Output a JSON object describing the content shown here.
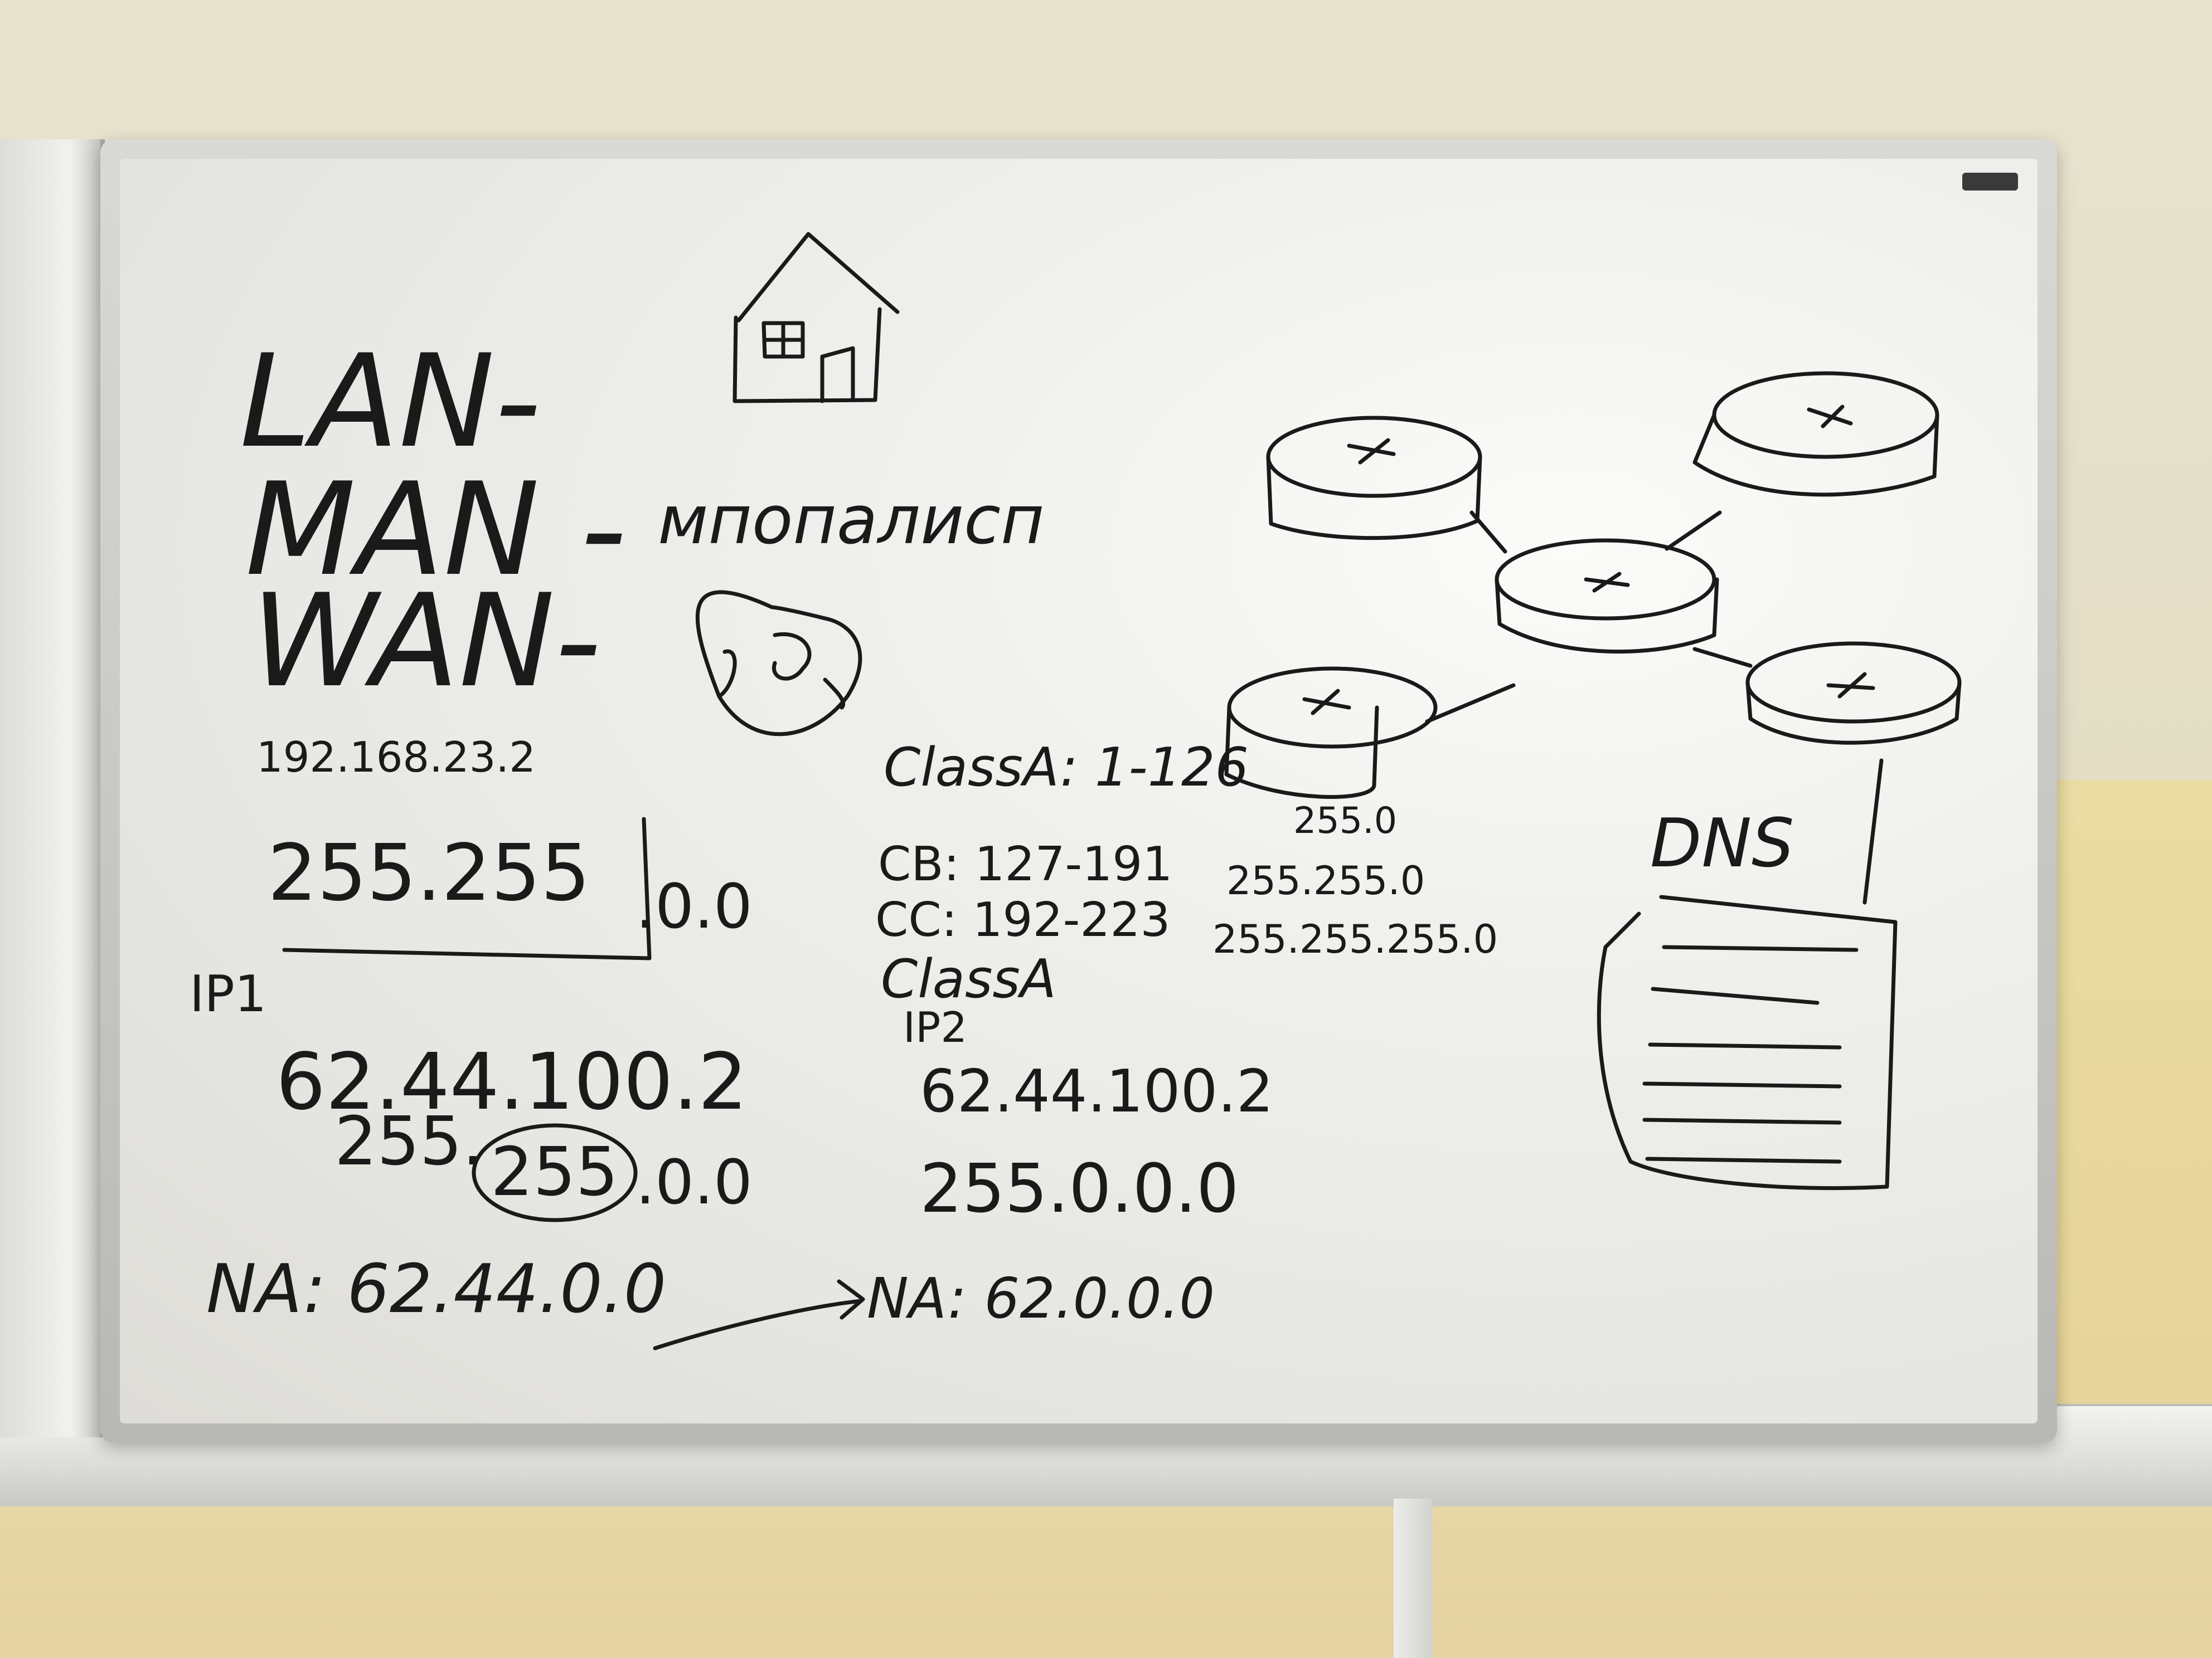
{
  "board": {
    "lines": {
      "lan": "LAN-",
      "man": "MAN -",
      "man_note": "мпопалисп",
      "wan": "WAN-",
      "ip_example": "192.168.23.2",
      "mask1_left": "255.255",
      "mask1_right": ".0.0",
      "ip1_label": "IP1",
      "ip1_value": "62.44.100.2",
      "mask2_left": "255.",
      "mask2_circled": "255",
      "mask2_right": ".0.0",
      "na1": "NA: 62.44.0.0",
      "class_a": "ClassA: 1-126",
      "class_a_mask": "255.0",
      "class_b": "CB: 127-191",
      "class_b_mask": "255.255.0",
      "class_c": "CC: 192-223",
      "class_c_mask": "255.255.255.0",
      "class_a2": "ClassA",
      "ip2_label": "IP2",
      "ip2_value": "62.44.100.2",
      "mask3": "255.0.0.0",
      "na2": "NA: 62.0.0.0",
      "dns": "DNS"
    },
    "ink_color": "#1a1a1a"
  }
}
